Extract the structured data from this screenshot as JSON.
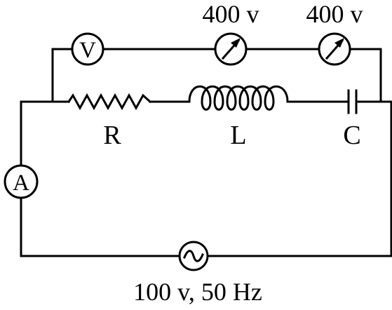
{
  "circuit": {
    "voltmeter_symbol": "V",
    "ammeter_symbol": "A",
    "meter_reading_1": "400 v",
    "meter_reading_2": "400 v",
    "resistor_label": "R",
    "inductor_label": "L",
    "capacitor_label": "C",
    "source_label": "100 v, 50 Hz",
    "source_symbol": "~"
  },
  "icons": {
    "voltmeter": "voltmeter-icon",
    "pointer_meter": "pointer-meter-icon",
    "ammeter": "ammeter-icon",
    "ac_source": "ac-source-icon"
  }
}
